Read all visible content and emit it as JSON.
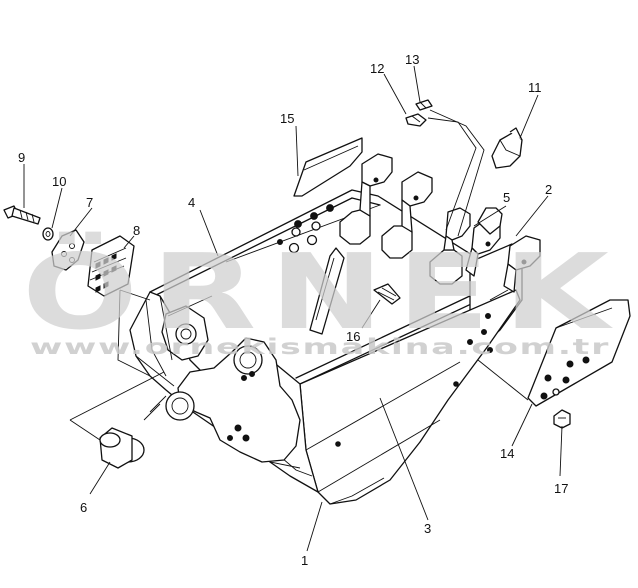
{
  "watermark": {
    "brand": "ÖRNEK",
    "url": "www.ornekismakina.com.tr"
  },
  "callouts": [
    {
      "id": "c1",
      "label": "1"
    },
    {
      "id": "c2",
      "label": "2"
    },
    {
      "id": "c3",
      "label": "3"
    },
    {
      "id": "c4",
      "label": "4"
    },
    {
      "id": "c5",
      "label": "5"
    },
    {
      "id": "c6",
      "label": "6"
    },
    {
      "id": "c7",
      "label": "7"
    },
    {
      "id": "c8",
      "label": "8"
    },
    {
      "id": "c9",
      "label": "9"
    },
    {
      "id": "c10",
      "label": "10"
    },
    {
      "id": "c11",
      "label": "11"
    },
    {
      "id": "c12",
      "label": "12"
    },
    {
      "id": "c13",
      "label": "13"
    },
    {
      "id": "c14",
      "label": "14"
    },
    {
      "id": "c15",
      "label": "15"
    },
    {
      "id": "c16",
      "label": "16"
    },
    {
      "id": "c17",
      "label": "17"
    }
  ],
  "colors": {
    "line": "#111111",
    "watermark": "#cfcfcf",
    "background": "#ffffff"
  }
}
